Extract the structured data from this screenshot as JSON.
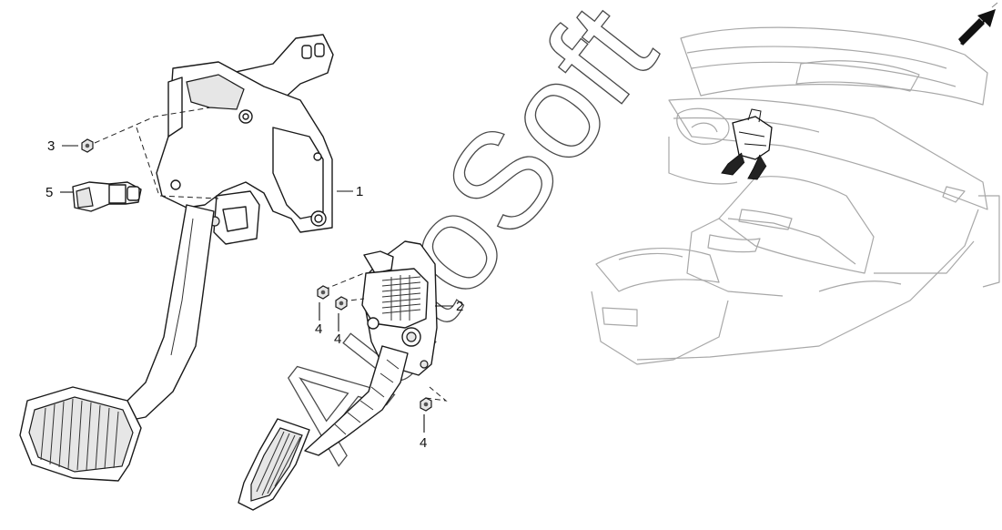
{
  "callouts": {
    "c1": "1",
    "c2": "2",
    "c3": "3",
    "c4a": "4",
    "c4b": "4",
    "c4c": "4",
    "c5": "5"
  },
  "watermark": "AutoSoft",
  "icons": {
    "direction": "forward-arrow-icon"
  }
}
